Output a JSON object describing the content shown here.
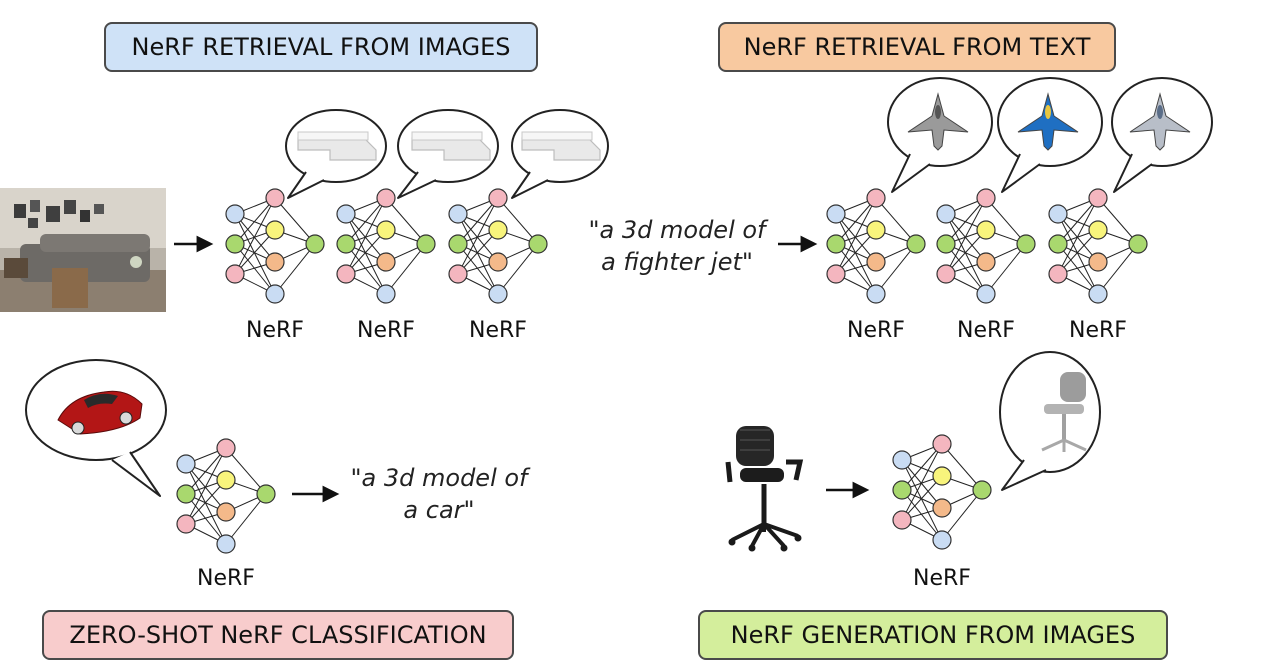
{
  "titles": {
    "retrieval_images": "NeRF RETRIEVAL FROM IMAGES",
    "retrieval_text": "NeRF RETRIEVAL FROM TEXT",
    "zero_shot": "ZERO-SHOT NeRF CLASSIFICATION",
    "generation": "NeRF GENERATION FROM IMAGES"
  },
  "nerf_label": "NeRF",
  "quotes": {
    "fighter_line1": "\"a 3d model of",
    "fighter_line2": "a fighter jet\"",
    "car_line1": "\"a 3d model of",
    "car_line2": "a car\""
  },
  "colors": {
    "blue_box": "#cfe2f7",
    "orange_box": "#f8c9a0",
    "pink_box": "#f8cccc",
    "green_box": "#d4ee9c",
    "node_blue": "#c9dcf3",
    "node_green": "#a9d86e",
    "node_pink": "#f4b6bf",
    "node_yellow": "#f8f47c",
    "node_orange": "#f4b98a"
  },
  "icons": [
    "living-room-photo",
    "sofa-render",
    "fighter-jet-render",
    "sports-car-render",
    "office-chair-photo",
    "chair-render",
    "arrow-icon",
    "speech-bubble-icon"
  ]
}
